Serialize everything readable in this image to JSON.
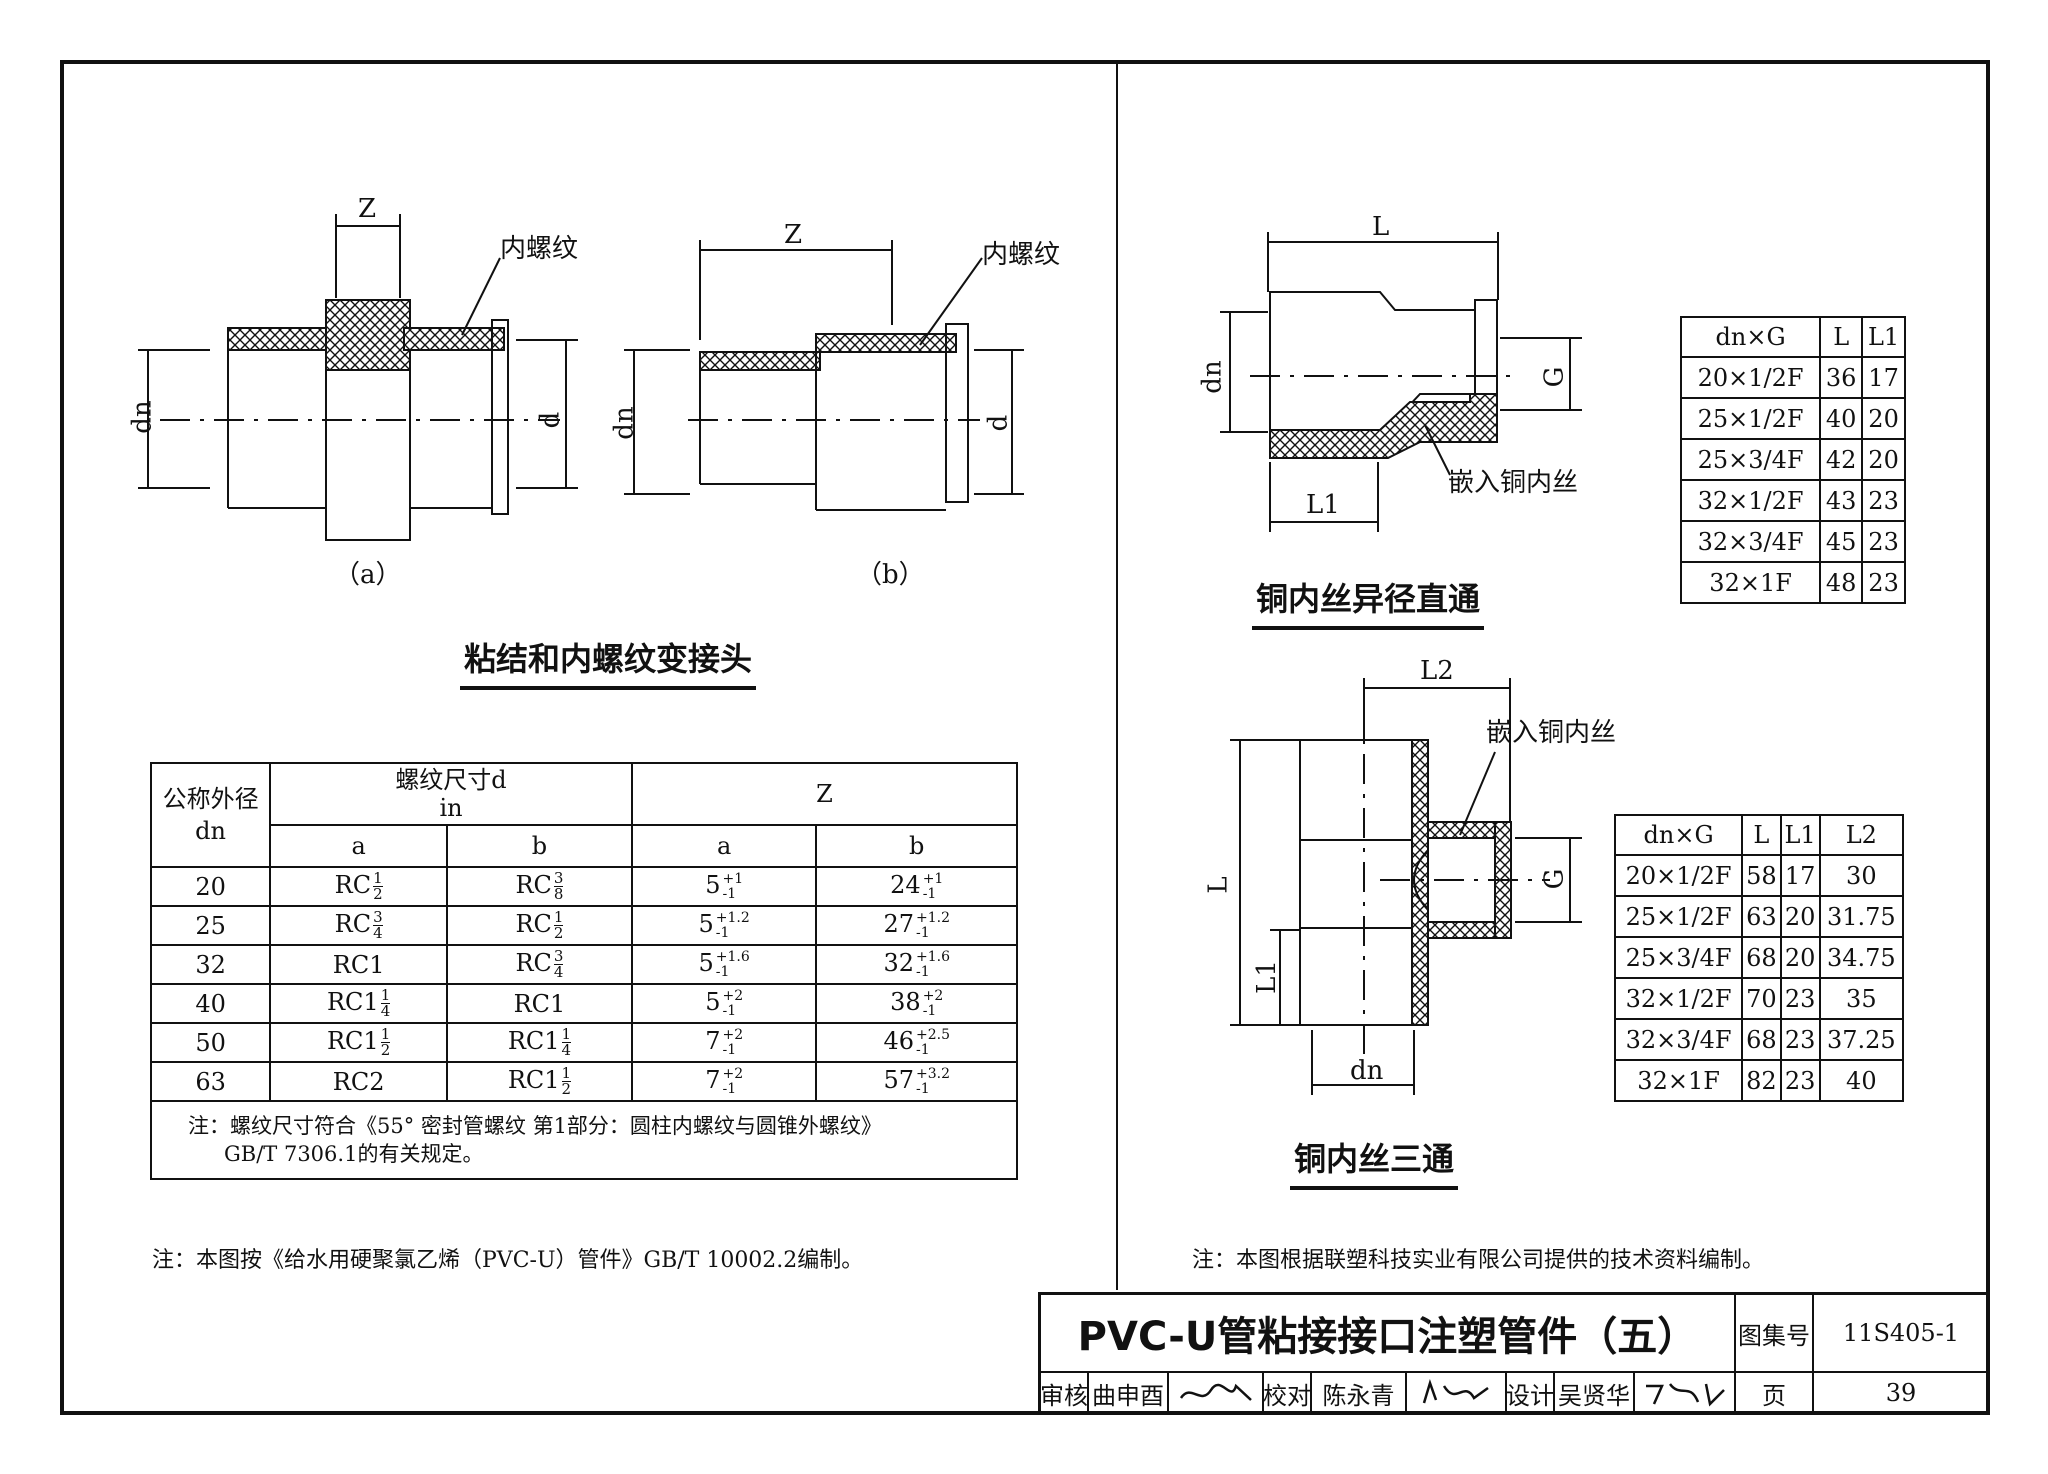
{
  "figure_a": {
    "z_label": "Z",
    "thread_label": "内螺纹",
    "dn_label": "dn",
    "d_label": "d",
    "caption": "（a）"
  },
  "figure_b": {
    "z_label": "Z",
    "thread_label": "内螺纹",
    "dn_label": "dn",
    "d_label": "d",
    "caption": "（b）"
  },
  "left_caption": "粘结和内螺纹变接头",
  "thread_table": {
    "col_nominal": "公称外径",
    "col_nominal_unit": "dn",
    "col_thread": "螺纹尺寸d",
    "col_thread_unit": "in",
    "col_z": "Z",
    "sub_a1": "a",
    "sub_b1": "b",
    "sub_a2": "a",
    "sub_b2": "b",
    "rows": [
      {
        "dn": "20",
        "a_base": "RC",
        "a_num": "1",
        "a_den": "2",
        "b_base": "RC",
        "b_num": "3",
        "b_den": "8",
        "za": "5",
        "za_up": "+1",
        "za_dn": "-1",
        "zb": "24",
        "zb_up": "+1",
        "zb_dn": "-1"
      },
      {
        "dn": "25",
        "a_base": "RC",
        "a_num": "3",
        "a_den": "4",
        "b_base": "RC",
        "b_num": "1",
        "b_den": "2",
        "za": "5",
        "za_up": "+1.2",
        "za_dn": "-1",
        "zb": "27",
        "zb_up": "+1.2",
        "zb_dn": "-1"
      },
      {
        "dn": "32",
        "a_base": "RC1",
        "a_num": "",
        "a_den": "",
        "b_base": "RC",
        "b_num": "3",
        "b_den": "4",
        "za": "5",
        "za_up": "+1.6",
        "za_dn": "-1",
        "zb": "32",
        "zb_up": "+1.6",
        "zb_dn": "-1"
      },
      {
        "dn": "40",
        "a_base": "RC1",
        "a_num": "1",
        "a_den": "4",
        "b_base": "RC1",
        "b_num": "",
        "b_den": "",
        "za": "5",
        "za_up": "+2",
        "za_dn": "-1",
        "zb": "38",
        "zb_up": "+2",
        "zb_dn": "-1"
      },
      {
        "dn": "50",
        "a_base": "RC1",
        "a_num": "1",
        "a_den": "2",
        "b_base": "RC1",
        "b_num": "1",
        "b_den": "4",
        "za": "7",
        "za_up": "+2",
        "za_dn": "-1",
        "zb": "46",
        "zb_up": "+2.5",
        "zb_dn": "-1"
      },
      {
        "dn": "63",
        "a_base": "RC2",
        "a_num": "",
        "a_den": "",
        "b_base": "RC1",
        "b_num": "1",
        "b_den": "2",
        "za": "7",
        "za_up": "+2",
        "za_dn": "-1",
        "zb": "57",
        "zb_up": "+3.2",
        "zb_dn": "-1"
      }
    ],
    "note_line1": "注：螺纹尺寸符合《55° 密封管螺纹  第1部分：圆柱内螺纹与圆锥外螺纹》",
    "note_line2": "GB/T 7306.1的有关规定。"
  },
  "left_note": "注：本图按《给水用硬聚氯乙烯（PVC-U）管件》GB/T 10002.2编制。",
  "reducer": {
    "L_label": "L",
    "L1_label": "L1",
    "dn_label": "dn",
    "G_label": "G",
    "insert_label": "嵌入铜内丝",
    "caption": "铜内丝异径直通",
    "headers": [
      "dn×G",
      "L",
      "L1"
    ],
    "rows": [
      [
        "20×1/2F",
        "36",
        "17"
      ],
      [
        "25×1/2F",
        "40",
        "20"
      ],
      [
        "25×3/4F",
        "42",
        "20"
      ],
      [
        "32×1/2F",
        "43",
        "23"
      ],
      [
        "32×3/4F",
        "45",
        "23"
      ],
      [
        "32×1F",
        "48",
        "23"
      ]
    ]
  },
  "tee": {
    "L_label": "L",
    "L1_label": "L1",
    "L2_label": "L2",
    "dn_label": "dn",
    "G_label": "G",
    "insert_label": "嵌入铜内丝",
    "caption": "铜内丝三通",
    "headers": [
      "dn×G",
      "L",
      "L1",
      "L2"
    ],
    "rows": [
      [
        "20×1/2F",
        "58",
        "17",
        "30"
      ],
      [
        "25×1/2F",
        "63",
        "20",
        "31.75"
      ],
      [
        "25×3/4F",
        "68",
        "20",
        "34.75"
      ],
      [
        "32×1/2F",
        "70",
        "23",
        "35"
      ],
      [
        "32×3/4F",
        "68",
        "23",
        "37.25"
      ],
      [
        "32×1F",
        "82",
        "23",
        "40"
      ]
    ]
  },
  "right_note": "注：本图根据联塑科技实业有限公司提供的技术资料编制。",
  "title_block": {
    "title": "PVC-U管粘接接口注塑管件（五）",
    "atlas_label": "图集号",
    "atlas_no": "11S405-1",
    "review_label": "审核",
    "review_name": "曲申酉",
    "check_label": "校对",
    "check_name": "陈永青",
    "design_label": "设计",
    "design_name": "吴贤华",
    "page_label": "页",
    "page_no": "39"
  }
}
